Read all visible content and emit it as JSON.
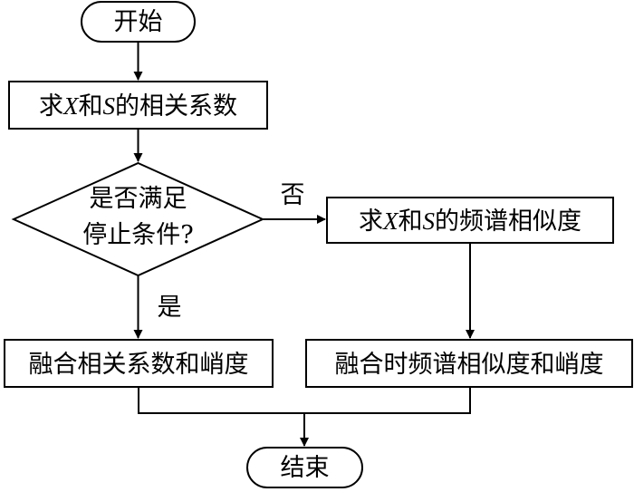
{
  "nodes": {
    "start": {
      "label": "开始"
    },
    "correlation": {
      "pre": "求",
      "var_x": "X",
      "mid": "和",
      "var_s": "S",
      "post": "的相关系数"
    },
    "decision": {
      "line1": "是否满足",
      "line2": "停止条件?"
    },
    "spectrum": {
      "pre": "求",
      "var_x": "X",
      "mid": "和",
      "var_s": "S",
      "post": "的频谱相似度"
    },
    "fuse_corr": {
      "label": "融合相关系数和峭度"
    },
    "fuse_spec": {
      "label": "融合时频谱相似度和峭度"
    },
    "end": {
      "label": "结束"
    }
  },
  "edges": {
    "no_label": "否",
    "yes_label": "是"
  }
}
